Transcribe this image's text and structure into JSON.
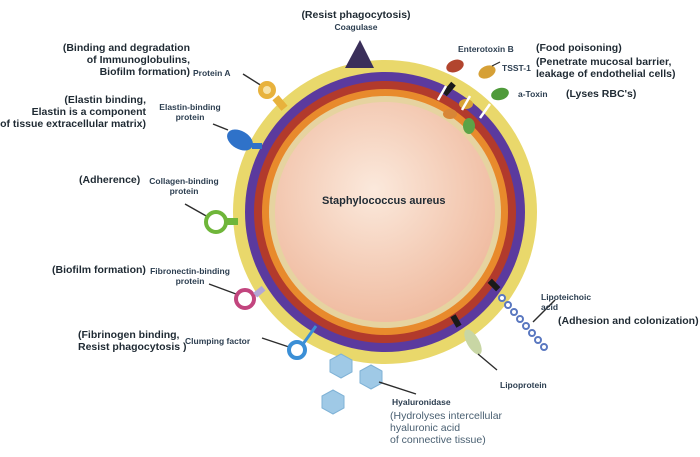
{
  "title": "Staphylococcus aureus",
  "top": {
    "function": "(Resist phagocytosis)",
    "name": "Coagulase"
  },
  "protein_a": {
    "function": "(Binding and degradation\nof Immunoglobulins,\nBiofilm formation)",
    "name": "Protein A"
  },
  "elastin": {
    "function": "(Elastin binding,\nElastin is a component\nof tissue extracellular matrix)",
    "name": "Elastin-binding\nprotein"
  },
  "collagen": {
    "function": "(Adherence)",
    "name": "Collagen-binding\nprotein"
  },
  "fibronectin": {
    "function": "(Biofilm formation)",
    "name": "Fibronectin-binding\nprotein"
  },
  "clumping": {
    "function": "(Fibrinogen binding,\nResist phagocytosis )",
    "name": "Clumping factor"
  },
  "enterotoxin": {
    "name": "Enterotoxin B",
    "function": "(Food poisoning)"
  },
  "tsst": {
    "name": "TSST-1",
    "function": "(Penetrate mucosal barrier,\nleakage of endothelial cells)"
  },
  "alpha_toxin": {
    "name": "a-Toxin",
    "function": "(Lyses RBC's)"
  },
  "lipoteichoic": {
    "name": "Lipoteichoic\nacid",
    "function": "(Adhesion and colonization)"
  },
  "lipoprotein": {
    "name": "Lipoprotein"
  },
  "hyaluronidase": {
    "name": "Hyaluronidase",
    "function": "(Hydrolyses intercellular\nhyaluronic acid\nof connective tissue)"
  },
  "colors": {
    "outer_layer": "#e9d86b",
    "purple_layer": "#5b3a9e",
    "red_layer": "#b23a2c",
    "orange_layer": "#e88a2c",
    "interior": "#f2c6ad",
    "protein_a_color": "#e8b23c",
    "elastin_color": "#2f72c9",
    "collagen_color": "#6fb63a",
    "fibronectin_color": "#c2457e",
    "clumping_color": "#3b8fd6",
    "hyaluronidase_color": "#9fc9e6",
    "lipoteichoic_color": "#5a78c0",
    "lipoprotein_color": "#c8d6a4",
    "coagulase_color": "#3a2f5a"
  }
}
